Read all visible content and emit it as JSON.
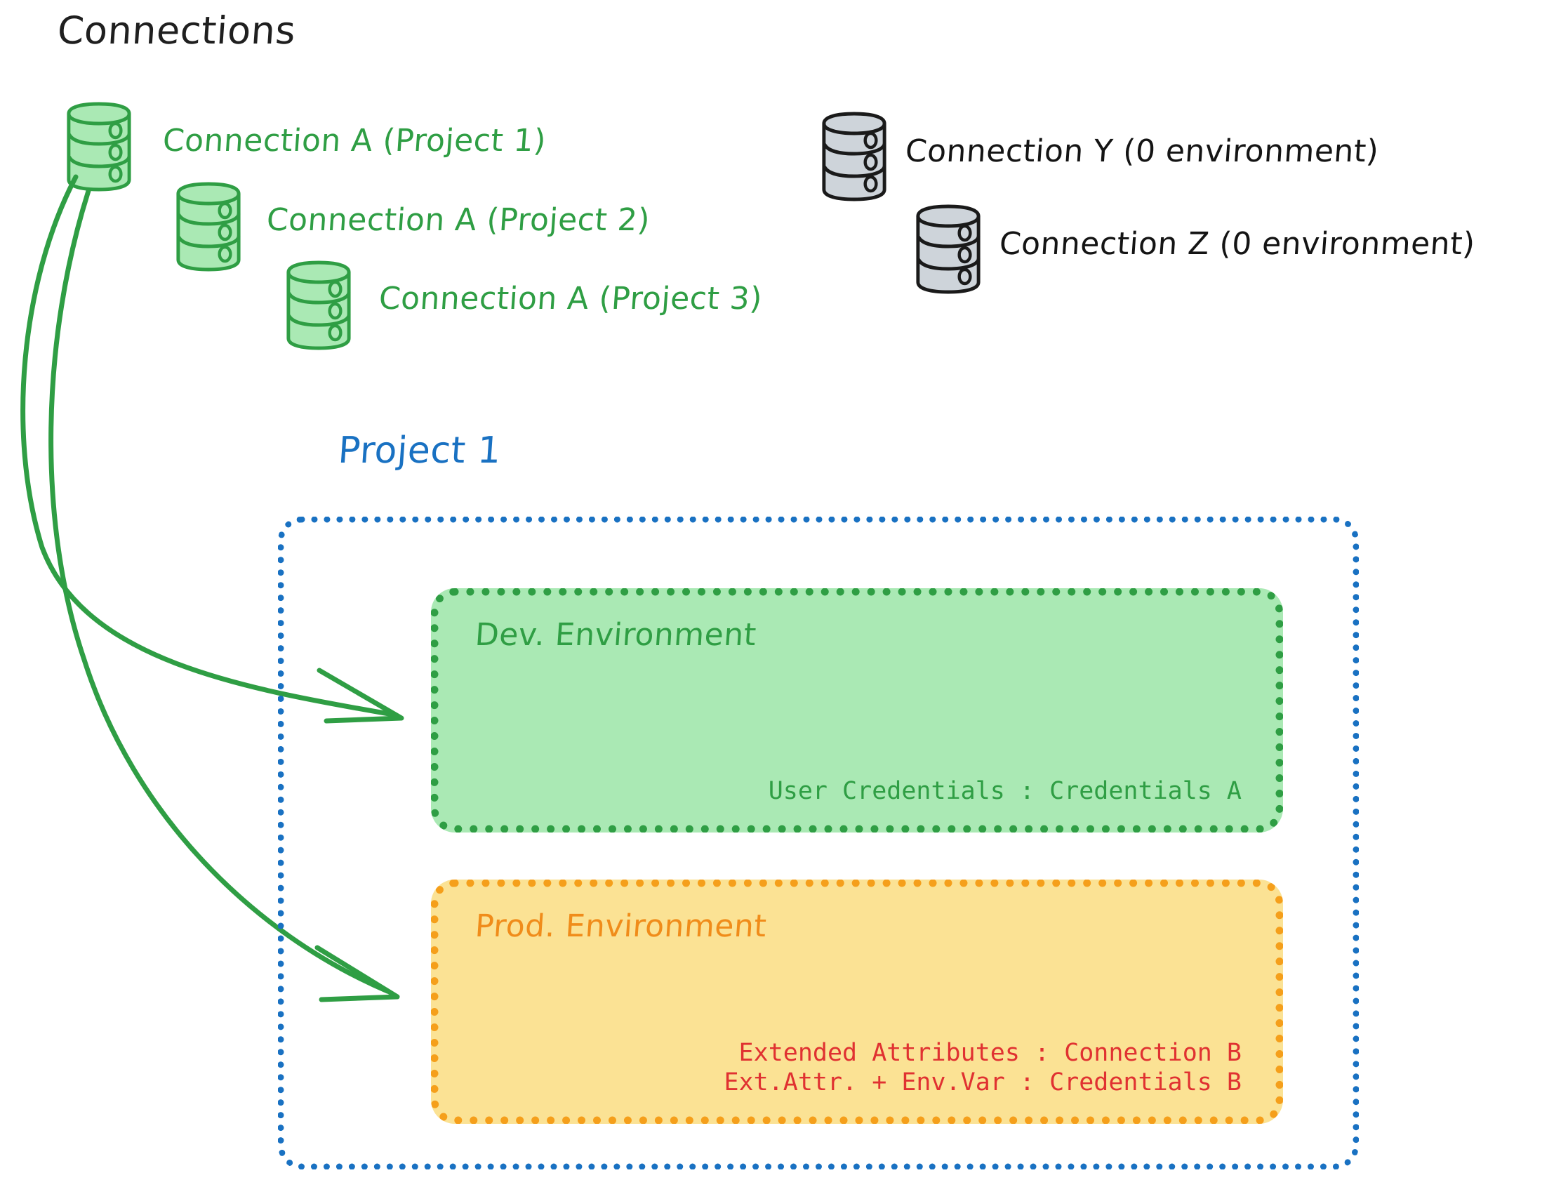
{
  "diagram": {
    "heading": "Connections",
    "connections": [
      {
        "id": "conn-a-p1",
        "label": "Connection A (Project 1)",
        "color": "#2f9e44",
        "state": "active"
      },
      {
        "id": "conn-a-p2",
        "label": "Connection A (Project 2)",
        "color": "#2f9e44",
        "state": "active"
      },
      {
        "id": "conn-a-p3",
        "label": "Connection A (Project 3)",
        "color": "#2f9e44",
        "state": "active"
      },
      {
        "id": "conn-y",
        "label": "Connection Y (0 environment)",
        "color": "#141414",
        "state": "inactive"
      },
      {
        "id": "conn-z",
        "label": "Connection Z (0 environment)",
        "color": "#141414",
        "state": "inactive"
      }
    ],
    "project": {
      "title": "Project 1",
      "accent_color": "#1971c2",
      "environments": [
        {
          "id": "dev",
          "title": "Dev. Environment",
          "fill_color": "#aae9b4",
          "border_color": "#2f9e44",
          "text_color": "#2f9e44",
          "lines": [
            "User Credentials : Credentials A"
          ]
        },
        {
          "id": "prod",
          "title": "Prod. Environment",
          "fill_color": "#fbe294",
          "border_color": "#f59f1b",
          "text_color": "#f08c1a",
          "lines": [
            "Extended Attributes : Connection B",
            "Ext.Attr. + Env.Var : Credentials B"
          ]
        }
      ]
    },
    "arrows": [
      {
        "id": "arrow-to-dev",
        "from": "conn-a-p1",
        "to": "dev",
        "color": "#2f9e44"
      },
      {
        "id": "arrow-to-prod",
        "from": "conn-a-p1",
        "to": "prod",
        "color": "#2f9e44"
      }
    ],
    "colors": {
      "green_stroke": "#2f9e44",
      "green_fill": "#aae9b4",
      "gray_stroke": "#1a1a1a",
      "gray_fill": "#ced4da",
      "blue": "#1971c2",
      "orange": "#f59f1b",
      "red": "#e03131"
    }
  }
}
